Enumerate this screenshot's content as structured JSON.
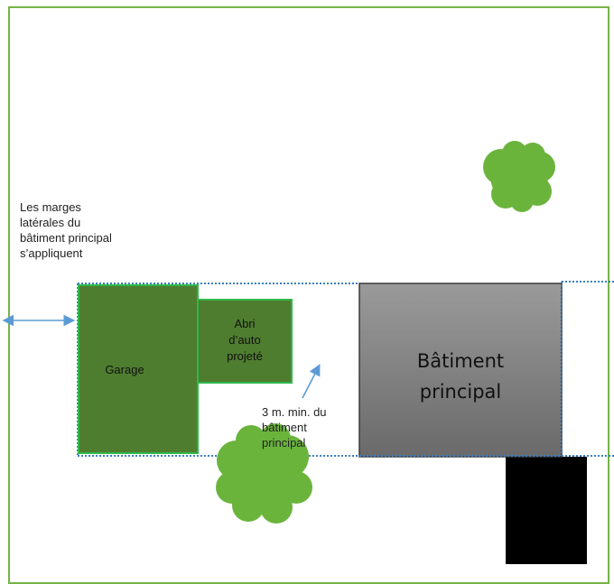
{
  "colors": {
    "lot_border": "#77b347",
    "garage_fill": "#4f7d30",
    "garage_stroke": "#2eb84a",
    "dotted_line": "#3b7fc4",
    "arrow": "#5b9bd5",
    "tree": "#6ab43c",
    "building_top": "#9a9a9a",
    "building_bottom": "#6a6a6a",
    "driveway": "#000000"
  },
  "labels": {
    "margin_note": [
      "Les marges",
      "latérales du",
      "bâtiment principal",
      "s’appliquent"
    ],
    "garage": "Garage",
    "carport": [
      "Abri",
      "d’auto",
      "projeté"
    ],
    "distance_note": [
      "3 m. min. du",
      "bâtiment",
      "principal"
    ],
    "main_building": [
      "Bâtiment",
      "principal"
    ]
  },
  "icons": [
    "double-arrow-icon",
    "diagonal-arrow-icon",
    "tree-icon"
  ]
}
